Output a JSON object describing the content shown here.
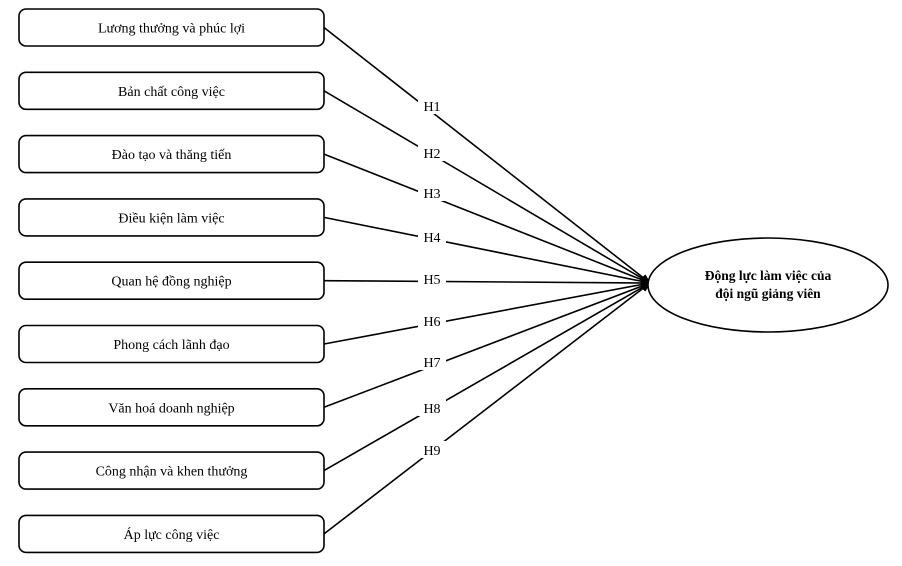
{
  "factors": [
    {
      "label": "Lương thưởng và phúc lợi",
      "hypothesis": "H1"
    },
    {
      "label": "Bản chất công việc",
      "hypothesis": "H2"
    },
    {
      "label": "Đào tạo và thăng tiến",
      "hypothesis": "H3"
    },
    {
      "label": "Điều kiện làm việc",
      "hypothesis": "H4"
    },
    {
      "label": "Quan hệ đồng nghiệp",
      "hypothesis": "H5"
    },
    {
      "label": "Phong cách lãnh đạo",
      "hypothesis": "H6"
    },
    {
      "label": "Văn hoá doanh nghiệp",
      "hypothesis": "H7"
    },
    {
      "label": "Công nhận và khen thưởng",
      "hypothesis": "H8"
    },
    {
      "label": "Áp lực công việc",
      "hypothesis": "H9"
    }
  ],
  "outcome": {
    "line1": "Động lực làm việc của",
    "line2": "đội ngũ giảng viên"
  },
  "colors": {
    "stroke": "#000000",
    "fill": "#ffffff"
  }
}
